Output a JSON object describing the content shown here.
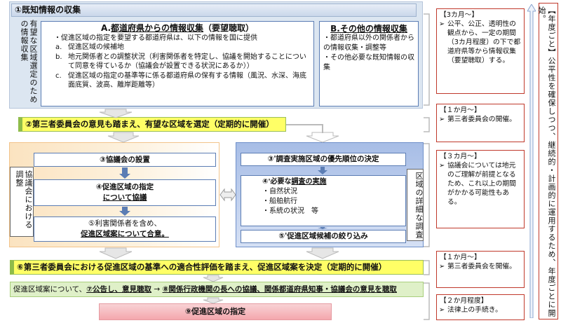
{
  "stage1": {
    "title": "①既知情報の収集",
    "side_label": "有望な区域選定のための情報収集",
    "boxA": {
      "title_prefix": "A.",
      "title_main": "都道府県からの情報収集",
      "title_suffix": "（要望聴取）",
      "lead": "・促進区域の指定を要望する都道府県は、以下の情報を国に提供",
      "items": [
        {
          "key": "a.",
          "text": "促進区域の候補地"
        },
        {
          "key": "b.",
          "text": "地元関係者との調整状況（利害関係者を特定し、協議を開始することについて同意を得ているか（協議会が設置できる状況にあるか））"
        },
        {
          "key": "c.",
          "text": "促進区域の指定の基準等に係る都道府県の保有する情報（風況、水深、海底面底質、波高、離岸距離等）"
        }
      ]
    },
    "boxB": {
      "title": "B.その他の情報収集",
      "lines": [
        "・都道府県以外の関係者からの情報収集・調整等",
        "・その他必要な既知情報の収集"
      ]
    }
  },
  "stage2": {
    "text": "②第三者委員会の意見も踏まえ、有望な区域を選定（定期的に開催）"
  },
  "stage3_left": {
    "side_label": "協議会における調整",
    "b1": "③協議会の設置",
    "b2_line1": "④促進区域の指定",
    "b2_line2": "について協議",
    "b3_line1": "⑤利害関係者を含め、",
    "b3_line2": "促進区域案について合意。"
  },
  "stage3_right": {
    "side_label": "区域の詳細な調査",
    "b1": "③'調査実施区域の優先順位の決定",
    "b2_title_prefix": "④'必要な",
    "b2_title_main": "調査の実施",
    "b2_items": [
      "・自然状況",
      "・船舶航行",
      "・系統の状況　等"
    ],
    "b3": "⑤'促進区域候補の絞り込み"
  },
  "stage6": {
    "text": "⑥第三者委員会における促進区域の基準への適合性評価を踏まえ、促進区域案を決定（定期的に開催）"
  },
  "stage7": {
    "prefix": "促進区域案について、",
    "part1": "⑦公告し、意見聴取",
    "arrow": " → ",
    "part2": "⑧関係行政機関の長への協議、関係都道府県知事・協議会の意見を聴取"
  },
  "stage9": {
    "text": "⑨促進区域の指定"
  },
  "right_notes": [
    {
      "period": "【3カ月～】",
      "text": "公平、公正、透明性の観点から、一定の期間（3カ月程度）の下で都道府県等から情報収集（要望聴取）する。"
    },
    {
      "period": "【１か月～】",
      "text": "第三者委員会の開催。"
    },
    {
      "period": "【３カ月～】",
      "text": "協議会については地元のご理解が前提となるため、これ以上の期間がかかる可能性もある。"
    },
    {
      "period": "【１か月～】",
      "text": "第三者委員会を開催。"
    },
    {
      "period": "【２か月程度】",
      "text": "法律上の手続き。"
    }
  ],
  "far_right": {
    "text": "【年度ごと】公平性を確保しつつ、継続的・計画的に運用するため、年度ごとに開始。"
  },
  "colors": {
    "accent_red": "#c0392b",
    "stage_blue": "#dce6f1",
    "yellow": "#ffff66",
    "green": "#dff0c8",
    "pink": "#f4a7ad",
    "orange": "#fbe3c0"
  }
}
